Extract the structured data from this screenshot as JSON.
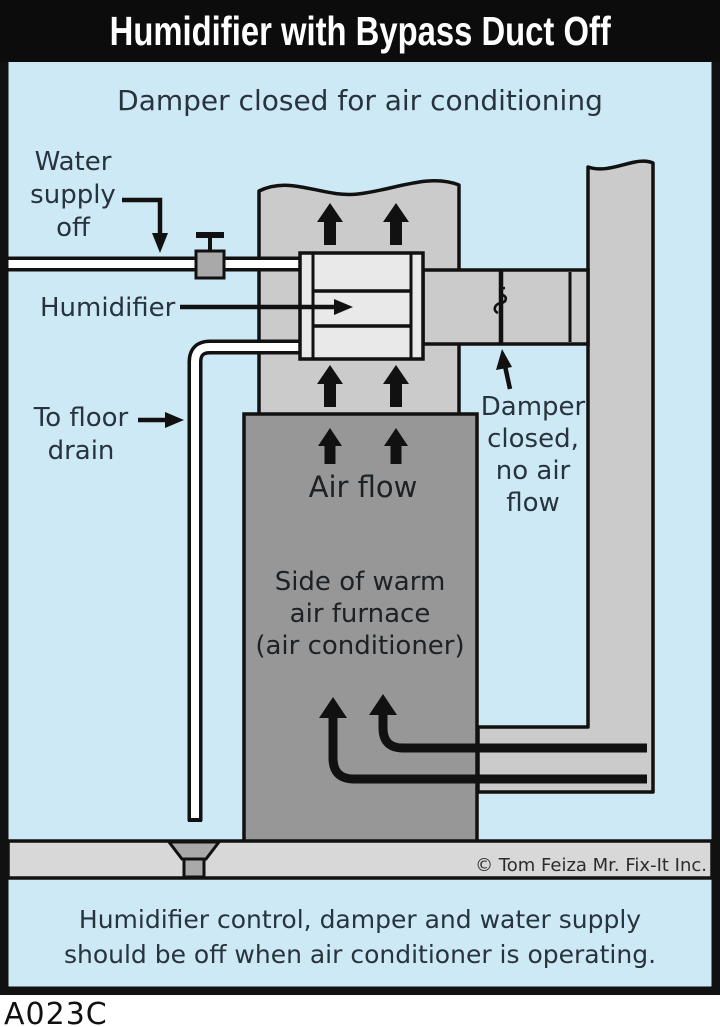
{
  "title": "Humidifier with Bypass Duct Off",
  "subtitle": "Damper closed for air conditioning",
  "labels": {
    "water_supply": [
      "Water",
      "supply",
      "off"
    ],
    "humidifier": "Humidifier",
    "floor_drain": [
      "To floor",
      "drain"
    ],
    "damper": [
      "Damper",
      "closed,",
      "no air",
      "flow"
    ],
    "air_flow": "Air flow",
    "furnace": [
      "Side of warm",
      "air furnace",
      "(air conditioner)"
    ]
  },
  "copyright": "© Tom Feiza Mr. Fix-It Inc.",
  "caption": [
    "Humidifier control, damper and water supply",
    "should be off when air conditioner is operating."
  ],
  "code": "A023C",
  "colors": {
    "background_blue": "#cde9f5",
    "duct_gray": "#cbcbcb",
    "furnace_gray": "#979797",
    "humidifier_fill": "#e9e9e9",
    "floor_gray": "#d8d8d8",
    "valve_gray": "#a9a9a9",
    "ink": "#27343d",
    "title_bg": "#0c0c0c",
    "title_text": "#ffffff",
    "line_black": "#111111"
  }
}
